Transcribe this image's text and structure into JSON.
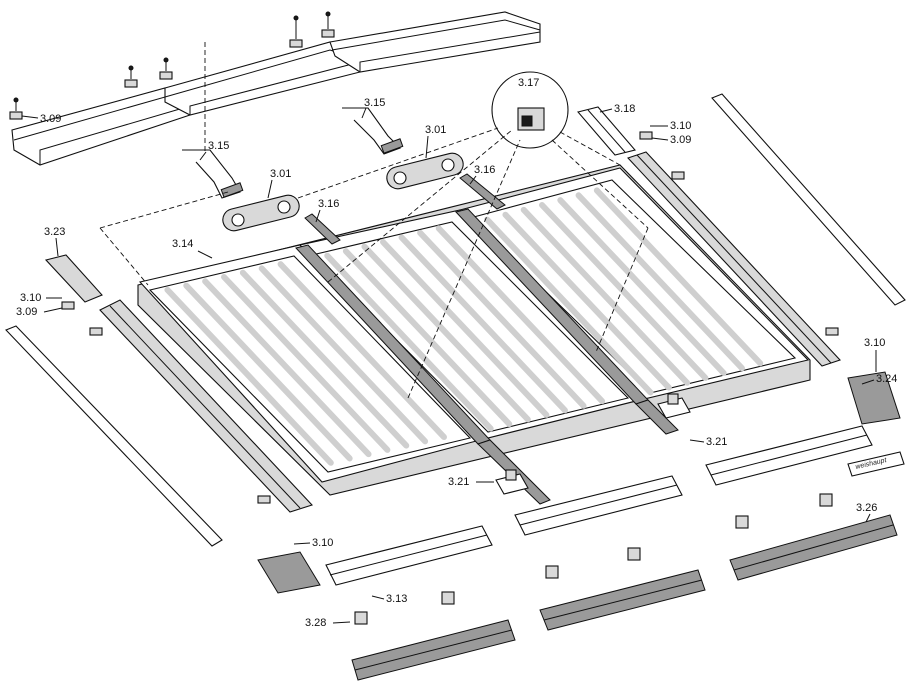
{
  "diagram": {
    "brand_plate": "weishaupt",
    "callouts": [
      {
        "id": "c_309a",
        "text": "3.09"
      },
      {
        "id": "c_315a",
        "text": "3.15"
      },
      {
        "id": "c_301a",
        "text": "3.01"
      },
      {
        "id": "c_316a",
        "text": "3.16"
      },
      {
        "id": "c_315b",
        "text": "3.15"
      },
      {
        "id": "c_301b",
        "text": "3.01"
      },
      {
        "id": "c_316b",
        "text": "3.16"
      },
      {
        "id": "c_317",
        "text": "3.17"
      },
      {
        "id": "c_318",
        "text": "3.18"
      },
      {
        "id": "c_310a",
        "text": "3.10"
      },
      {
        "id": "c_309b",
        "text": "3.09"
      },
      {
        "id": "c_323",
        "text": "3.23"
      },
      {
        "id": "c_314",
        "text": "3.14"
      },
      {
        "id": "c_310b",
        "text": "3.10"
      },
      {
        "id": "c_309c",
        "text": "3.09"
      },
      {
        "id": "c_310c",
        "text": "3.10"
      },
      {
        "id": "c_324",
        "text": "3.24"
      },
      {
        "id": "c_321a",
        "text": "3.21"
      },
      {
        "id": "c_321b",
        "text": "3.21"
      },
      {
        "id": "c_326",
        "text": "3.26"
      },
      {
        "id": "c_310d",
        "text": "3.10"
      },
      {
        "id": "c_313",
        "text": "3.13"
      },
      {
        "id": "c_328",
        "text": "3.28"
      }
    ]
  }
}
